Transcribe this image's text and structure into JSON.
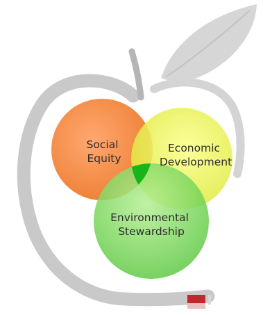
{
  "diagram": {
    "circles": [
      {
        "id": "social",
        "lines": [
          "Social",
          "Equity"
        ],
        "color": "#f08a3c"
      },
      {
        "id": "economic",
        "lines": [
          "Economic",
          "Development"
        ],
        "color": "#e9f03c"
      },
      {
        "id": "environmental",
        "lines": [
          "Environmental",
          "Stewardship"
        ],
        "color": "#6fd04f"
      }
    ],
    "center_color": "#16b316",
    "apple_outline_color": "#c8c8c8",
    "stem_color": "#b8b8b8",
    "leaf_color": "#d4d4d4",
    "accent_color": "#c0282d"
  }
}
